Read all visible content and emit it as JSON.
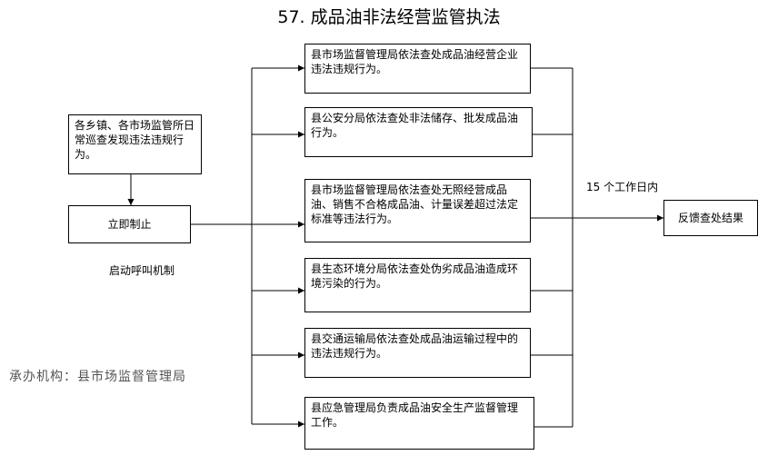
{
  "title": "57. 成品油非法经营监管执法",
  "source_box": "各乡镇、各市场监管所日常巡查发现违法违规行为。",
  "stop_box": "立即制止",
  "mechanism_label": "启动呼叫机制",
  "organizer": "承办机构：县市场监督管理局",
  "duration_label": "15 个工作日内",
  "result_box": "反馈查处结果",
  "actions": [
    "县市场监督管理局依法查处成品油经营企业违法违规行为。",
    "县公安分局依法查处非法储存、批发成品油行为。",
    "县市场监督管理局依法查处无照经营成品油、销售不合格成品油、计量误差超过法定标准等违法行为。",
    "县生态环境分局依法查处伪劣成品油造成环境污染的行为。",
    "县交通运输局依法查处成品油运输过程中的违法违规行为。",
    "县应急管理局负责成品油安全生产监督管理工作。"
  ]
}
